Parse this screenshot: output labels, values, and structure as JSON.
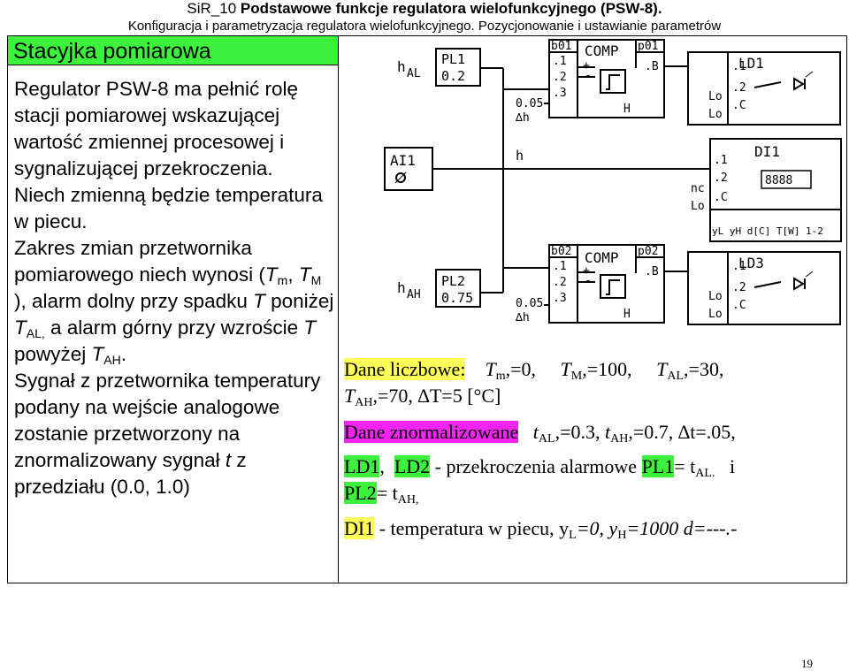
{
  "header": {
    "line1_prefix": "SiR_10 ",
    "line1_bold": "Podstawowe funkcje regulatora wielofunkcyjnego (PSW-8).",
    "line2": "Konfiguracja i parametryzacja regulatora wielofunkcyjnego. Pozycjonowanie i ustawianie parametrów"
  },
  "title": "Stacyjka pomiarowa",
  "left": {
    "p1": "Regulator PSW-8 ma pełnić rolę stacji pomiarowej wskazującej wartość zmiennej procesowej i sygnalizującej przekroczenia.",
    "p2": "Niech zmienną będzie temperatura w piecu.",
    "p3a": "Zakres zmian przetwornika pomiarowego niech wynosi (",
    "T": "T",
    "sub_m": "m",
    "comma": ", ",
    "sub_M": "M",
    "p3b": " ), alarm dolny przy spadku ",
    "p3c": " poniżej ",
    "sub_AL": "AL,",
    "p3d": " a alarm górny przy wzroście ",
    "p3e": " powyżej ",
    "sub_AH": "AH",
    "p3f": ".",
    "p4a": "Sygnał z przetwornika temperatury podany na wejście analogowe zostanie przetworzony na znormalizowany sygnał ",
    "t": "t",
    "p4b": " z przedziału (0.0, 1.0)"
  },
  "diagram": {
    "hAL": "h",
    "AL": "AL",
    "PL1": "PL1",
    "PL1val": "0.2",
    "b01": "b01",
    "COMP1": "COMP",
    "p01": "p01",
    "dot1": ".1",
    "dot2": ".2",
    "dot3": ".3",
    "dotB": ".B",
    "H": "H",
    "val005": "0.05",
    "dh": "∆h",
    "LD1": "LD1",
    "Lo": "Lo",
    "dotC": ".C",
    "AI1": "AI1",
    "h": "h",
    "DI1": "DI1",
    "nc": "nc",
    "display": "8888",
    "dispLabel": "yL yH d[C] T[W] 1-2",
    "b02": "b02",
    "COMP2": "COMP",
    "p02": "p02",
    "LD3": "LD3",
    "hAH": "h",
    "AH": "AH",
    "PL2": "PL2",
    "PL2val": "0.75"
  },
  "right": {
    "l1a": "Dane liczbowe:",
    "Tm": "T",
    "sub_m": "m",
    "eq0": ",=0,",
    "TM": "T",
    "sub_M": "M",
    "eq100": ",=100,",
    "TAL": "T",
    "sub_AL": "AL",
    "eq30": ",=30,",
    "TAH": "T",
    "sub_AH": "AH",
    "eq70": ",=70, ",
    "dT": "∆T=5 [°C]",
    "l3a": "Dane znormalizowane",
    "tAL": "t",
    "eq03": ",=0.3, ",
    "tAH": "t",
    "eq07": ",=0.7, ",
    "dt": "∆t=.05,",
    "LD1": "LD1",
    "sep": ",",
    "LD2": "LD2",
    "alarm": " - przekroczenia alarmowe ",
    "PL1": "PL1",
    "eqtAL": "= t",
    "sub_AL2": "AL.",
    "i": "i",
    "PL2": "PL2",
    "eqtAH": "= t",
    "sub_AH2": "AH,",
    "DI1": "DI1",
    "temp": " - temperatura w piecu, y",
    "sub_L": "L",
    "yl": "=0, y",
    "sub_H": "H",
    "yh": "=1000 d=---.-"
  },
  "page_number": "19"
}
